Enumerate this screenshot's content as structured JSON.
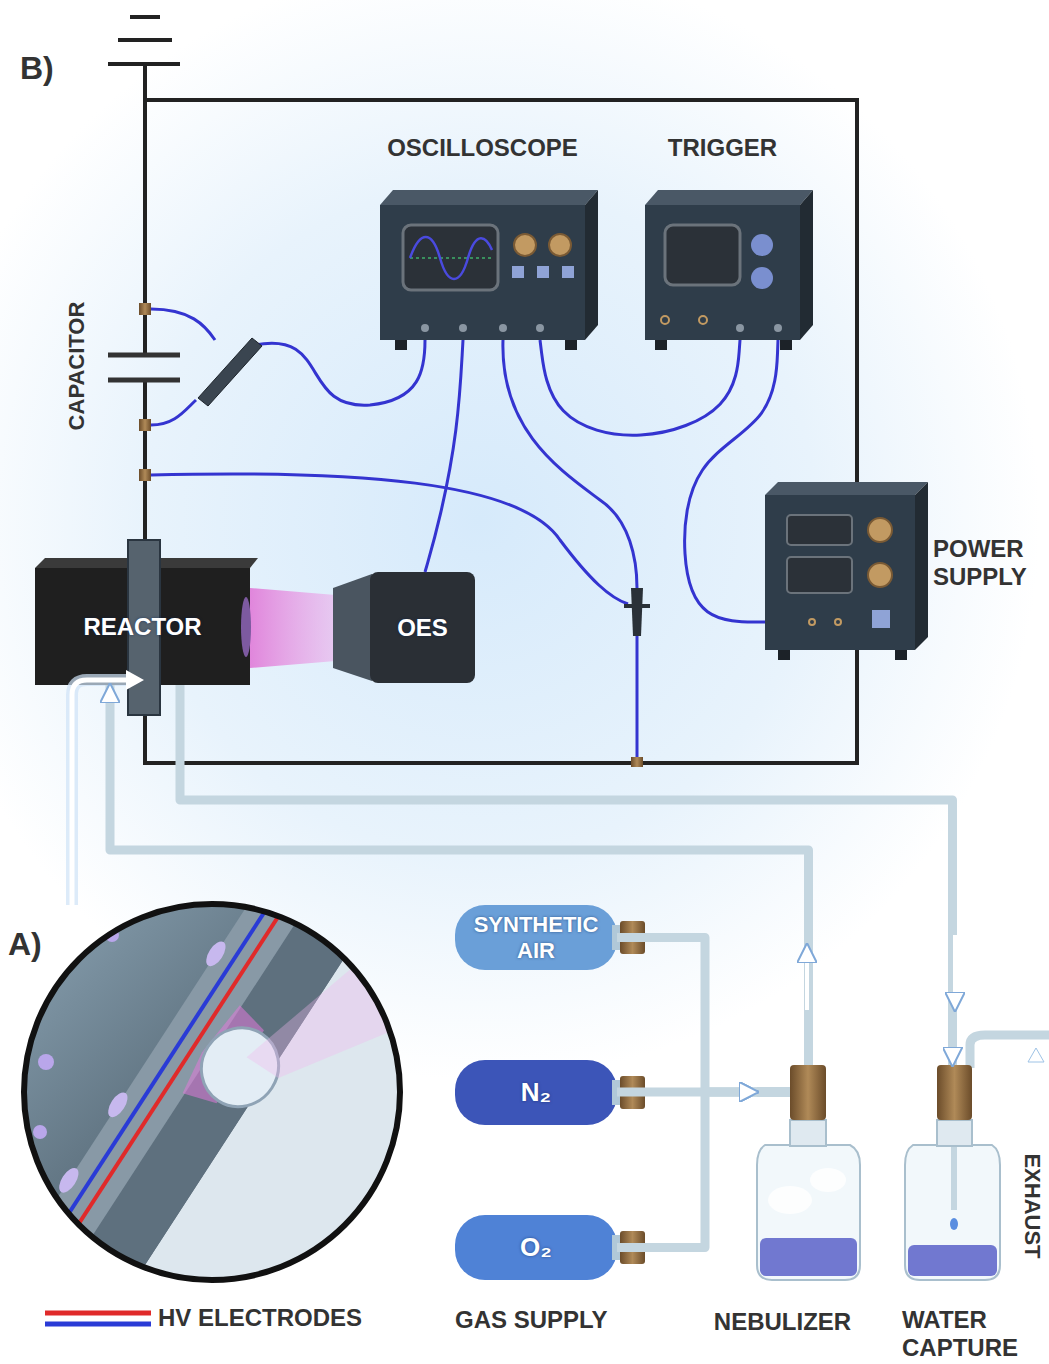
{
  "diagram": {
    "nodes": [
      {
        "text": [
          "OSCILLOSCOPE"
        ]
      },
      {
        "text": [
          "TRIGGER"
        ]
      },
      {
        "text": [
          "REACTOR"
        ]
      },
      {
        "text": [
          "OES"
        ]
      },
      {
        "text": [
          "POWER SUPPLY"
        ]
      },
      {
        "text": [
          "SYNTHETIC AIR"
        ]
      },
      {
        "text": [
          "N₂"
        ]
      },
      {
        "text": [
          "O₂"
        ]
      },
      {
        "text": [
          "NEBULIZER"
        ]
      },
      {
        "text": [
          "WATER CAPTURE"
        ]
      }
    ],
    "edges": [
      {
        "from": 5,
        "to": 8,
        "arrow": "to"
      },
      {
        "from": 6,
        "to": 8,
        "arrow": "to"
      },
      {
        "from": 7,
        "to": 8,
        "arrow": "to"
      },
      {
        "from": 8,
        "to": 2,
        "arrow": "to"
      },
      {
        "from": 2,
        "to": 9,
        "arrow": "to"
      },
      {
        "from": 0,
        "to": 3,
        "arrow": "none"
      },
      {
        "from": 0,
        "to": 1,
        "arrow": "none"
      },
      {
        "from": 1,
        "to": 4,
        "arrow": "none"
      }
    ],
    "labels": [
      "B)",
      "CAPACITOR",
      "A)",
      "GAS SUPPLY",
      "EXHAUST"
    ],
    "legend": [
      {
        "text": "HV ELECTRODES"
      }
    ]
  }
}
